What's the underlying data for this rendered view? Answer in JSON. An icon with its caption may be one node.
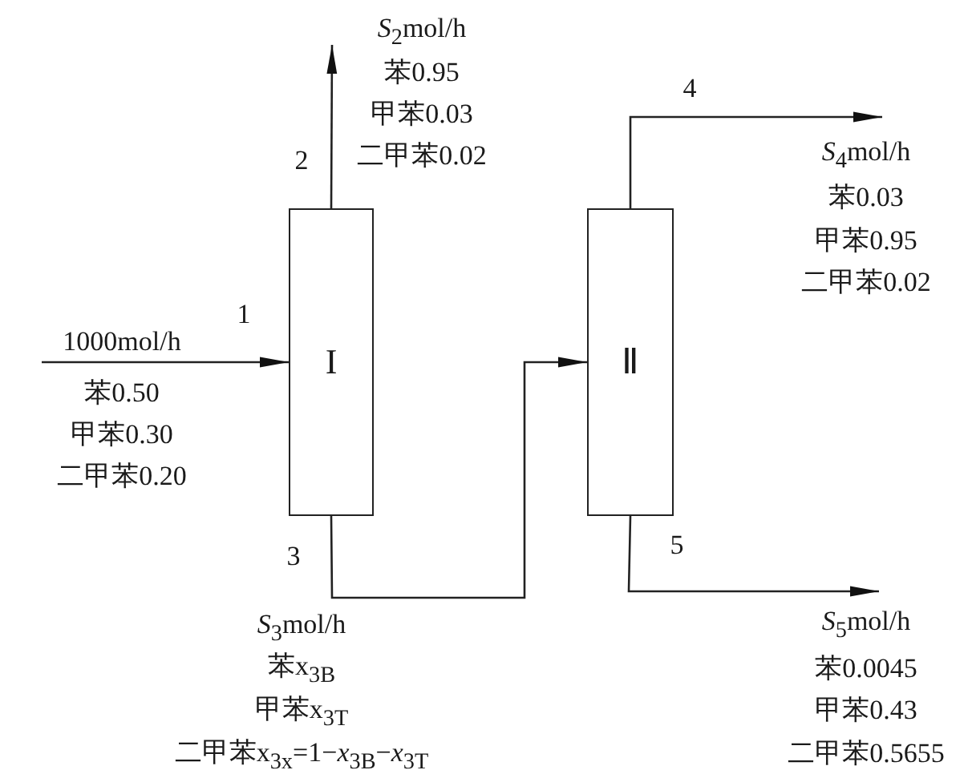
{
  "diagram": {
    "nodes": [
      {
        "text": [
          "I"
        ]
      },
      {
        "text": [
          "Ⅱ"
        ]
      },
      {
        "text": [
          "*S*$_{4}$mol/h",
          "苯0.03",
          "甲苯0.95",
          "二甲苯0.02"
        ]
      },
      {
        "text": [
          "*S*$_{5}$mol/h",
          "苯0.0045",
          "甲苯0.43",
          "二甲苯0.5655"
        ]
      }
    ],
    "edges": [
      {
        "from": null,
        "to": 0,
        "arrow": "to",
        "label": "1"
      },
      {
        "from": 0,
        "to": null,
        "arrow": "to",
        "label": "2"
      },
      {
        "from": 0,
        "to": 1,
        "arrow": "to",
        "label": "3"
      },
      {
        "from": 1,
        "to": 2,
        "arrow": "to",
        "label": "4"
      },
      {
        "from": 1,
        "to": 3,
        "arrow": "to",
        "label": "5"
      }
    ],
    "labels": [
      "*S*$_{2}$mol/h",
      "苯0.95",
      "甲苯0.03",
      "二甲苯0.02",
      "1000mol/h",
      "苯0.50",
      "甲苯0.30",
      "二甲苯0.20",
      "*S*$_{3}$mol/h",
      "苯x$_{3B}$",
      "甲苯x$_{3T}$",
      "二甲苯x$_{3x}$=1−*x*$_{3B}$−*x*$_{3T}$"
    ]
  }
}
